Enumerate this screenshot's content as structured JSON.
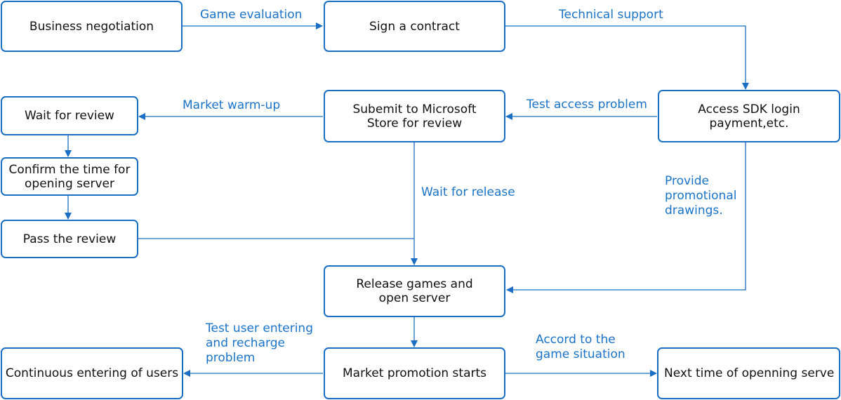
{
  "nodes": {
    "business_negotiation": "Business negotiation",
    "sign_contract": "Sign a contract",
    "access_sdk": [
      "Access SDK login",
      "payment,etc."
    ],
    "submit_store": [
      "Subemit to Microsoft",
      "Store for review"
    ],
    "wait_review": "Wait for review",
    "confirm_time": [
      "Confirm the time for",
      "opening server"
    ],
    "pass_review": "Pass the review",
    "release_games": [
      "Release games and",
      "open server"
    ],
    "market_promotion": "Market promotion starts",
    "continuous_entering": "Continuous entering of users",
    "next_time": "Next time of openning serve"
  },
  "edges": {
    "game_evaluation": "Game evaluation",
    "technical_support": "Technical support",
    "test_access_problem": "Test access problem",
    "market_warmup": "Market warm-up",
    "wait_for_release": "Wait for release",
    "provide_promotional": [
      "Provide",
      "promotional",
      "drawings."
    ],
    "test_user_entering": [
      "Test user entering",
      "and recharge",
      "problem"
    ],
    "accord_game_situation": [
      "Accord to the",
      "game situation"
    ]
  },
  "colors": {
    "node_border": "#1a6fc4",
    "edge_line": "#1a6fc4",
    "label_text": "#1a73c9",
    "node_text": "#111111"
  }
}
